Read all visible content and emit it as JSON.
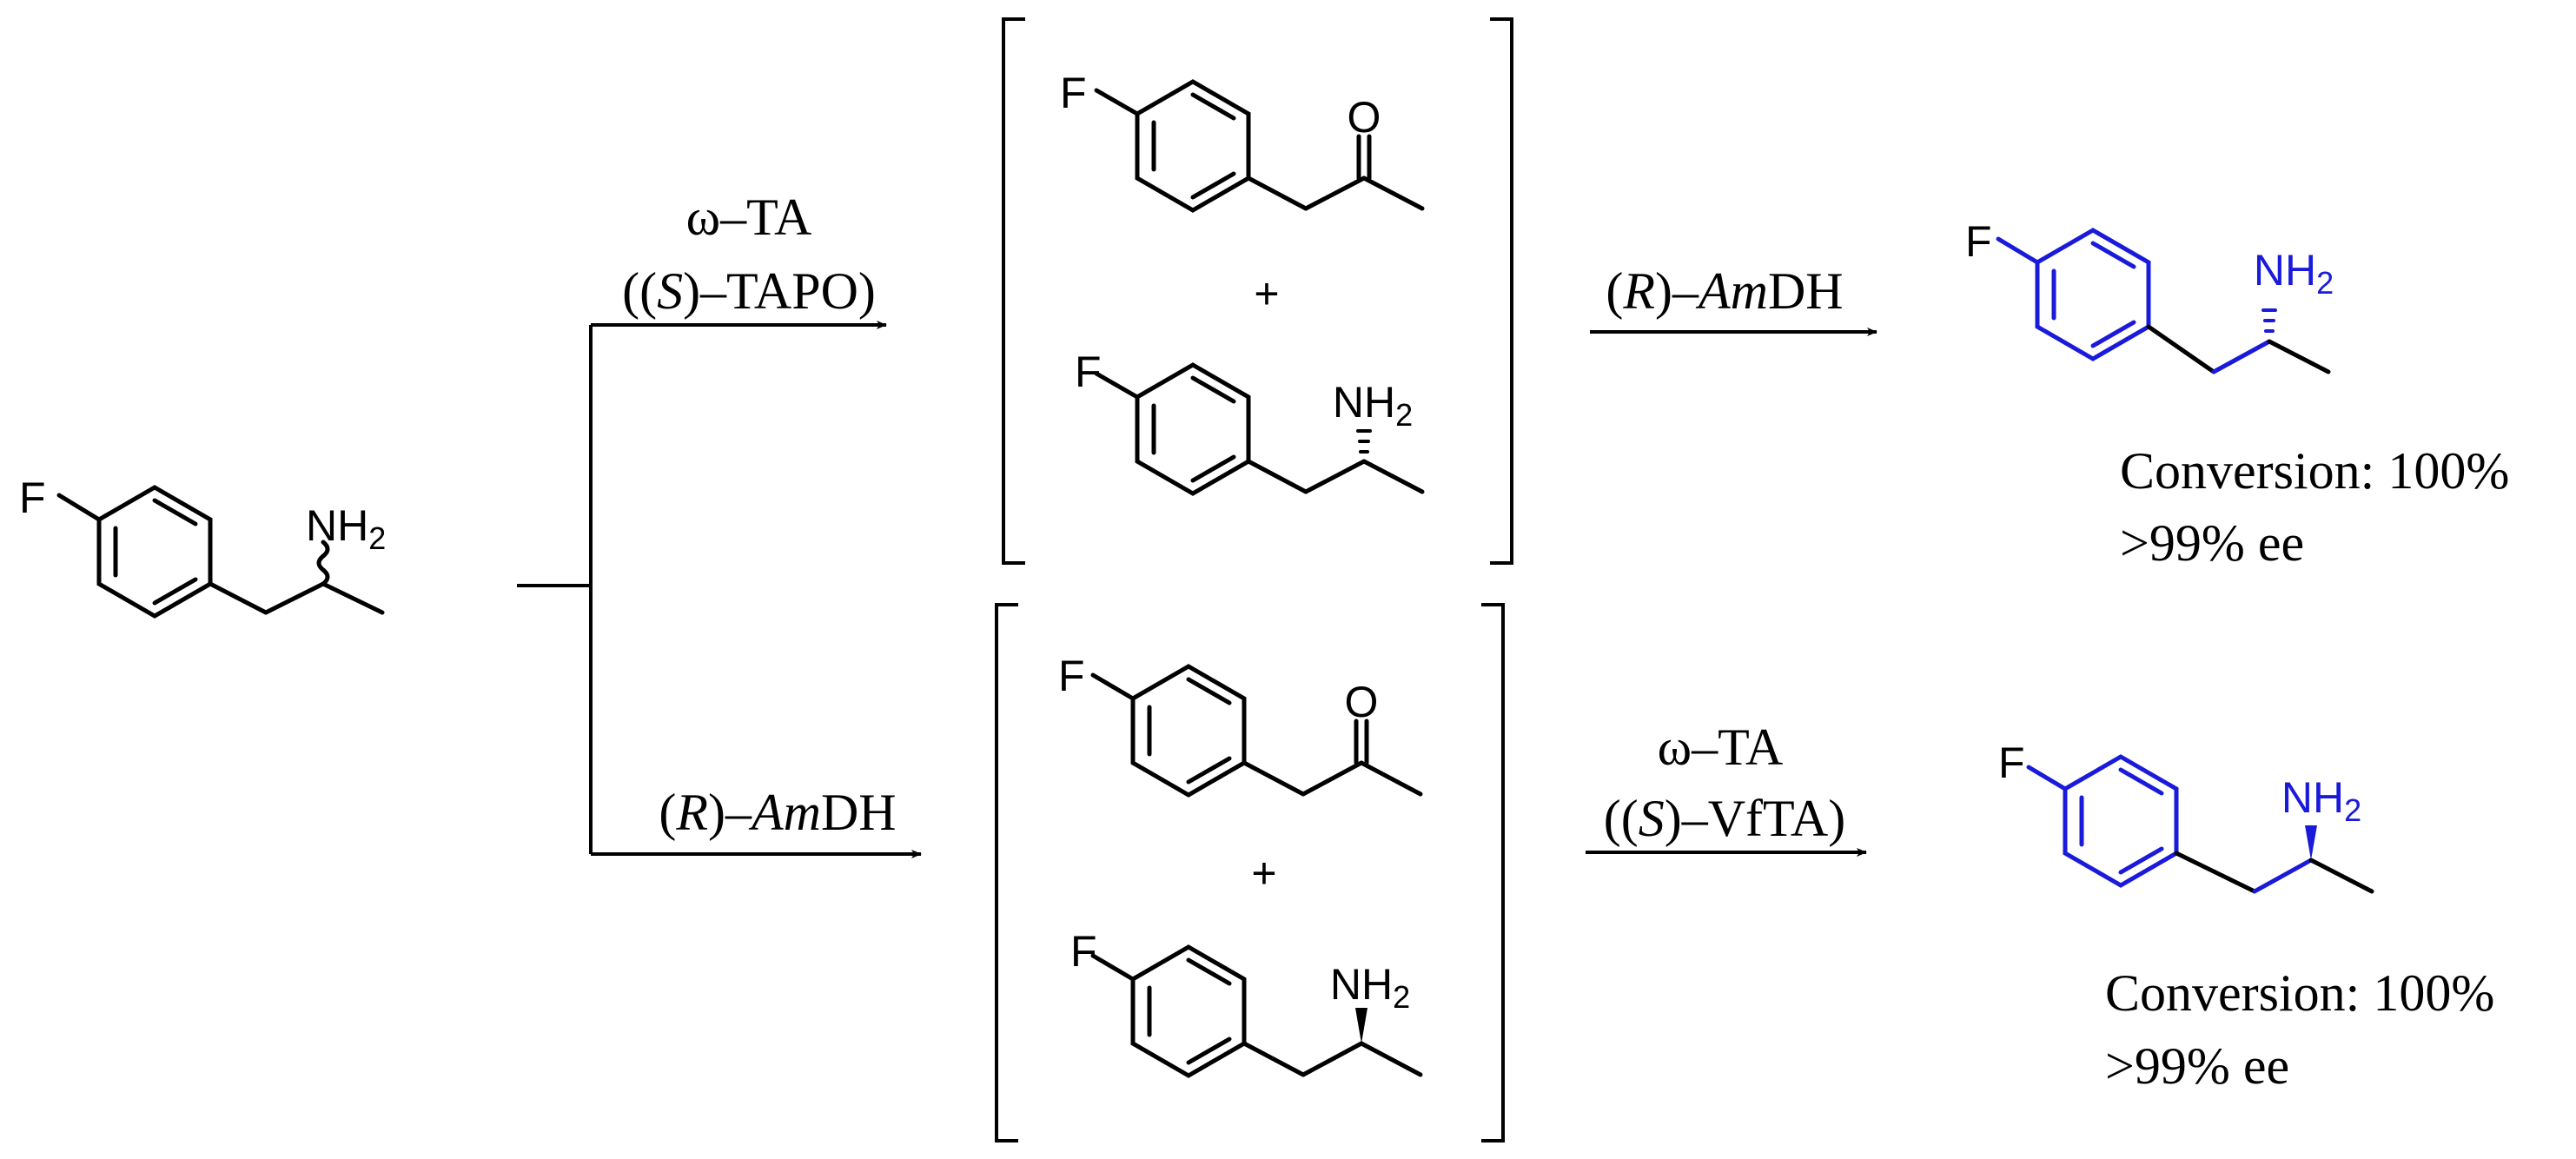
{
  "molecules": {
    "start": {
      "f": "F",
      "n": "NH",
      "sub": "2"
    },
    "top_ketone": {
      "f": "F",
      "o": "O"
    },
    "top_amine": {
      "f": "F",
      "n": "NH",
      "sub": "2"
    },
    "top_product": {
      "f": "F",
      "n": "NH",
      "sub": "2"
    },
    "bot_ketone": {
      "f": "F",
      "o": "O"
    },
    "bot_amine": {
      "f": "F",
      "n": "NH",
      "sub": "2"
    },
    "bot_product": {
      "f": "F",
      "n": "NH",
      "sub": "2"
    }
  },
  "plus": "+",
  "arrows": {
    "top_first_line1": "ω–TA",
    "top_first_line2_a": "((",
    "top_first_line2_b": "S",
    "top_first_line2_c": ")–TAPO)",
    "top_second_a": "(",
    "top_second_b": "R",
    "top_second_c": ")–",
    "top_second_d": "Am",
    "top_second_e": "DH",
    "bot_first_a": "(",
    "bot_first_b": "R",
    "bot_first_c": ")–",
    "bot_first_d": "Am",
    "bot_first_e": "DH",
    "bot_second_line1": "ω–TA",
    "bot_second_line2_a": "((",
    "bot_second_line2_b": "S",
    "bot_second_line2_c": ")–VfTA)"
  },
  "results": {
    "top_conversion": "Conversion: 100%",
    "top_ee": ">99% ee",
    "bot_conversion": "Conversion: 100%",
    "bot_ee": ">99% ee"
  },
  "colors": {
    "ink": "#000000",
    "product": "#1a1adb"
  }
}
